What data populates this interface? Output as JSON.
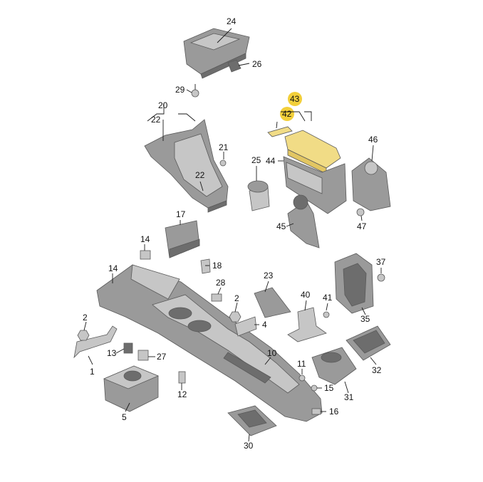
{
  "colors": {
    "highlight": "#f2cf3a",
    "highlight_part": "#f1dc86",
    "part_gray": "#9a9a9a",
    "line": "#1a1a1a"
  },
  "labels": {
    "l1": "1",
    "l2a": "2",
    "l2b": "2",
    "l4": "4",
    "l5": "5",
    "l10": "10",
    "l11": "11",
    "l12": "12",
    "l13": "13",
    "l14a": "14",
    "l14b": "14",
    "l15": "15",
    "l16": "16",
    "l17": "17",
    "l18": "18",
    "l20": "20",
    "l21": "21",
    "l22a": "22",
    "l22b": "22",
    "l23": "23",
    "l24": "24",
    "l25": "25",
    "l26": "26",
    "l27": "27",
    "l28": "28",
    "l29": "29",
    "l30": "30",
    "l31": "31",
    "l32": "32",
    "l35": "35",
    "l37": "37",
    "l40": "40",
    "l41": "41",
    "l42": "42",
    "l43": "43",
    "l44": "44",
    "l45": "45",
    "l46": "46",
    "l47": "47"
  }
}
